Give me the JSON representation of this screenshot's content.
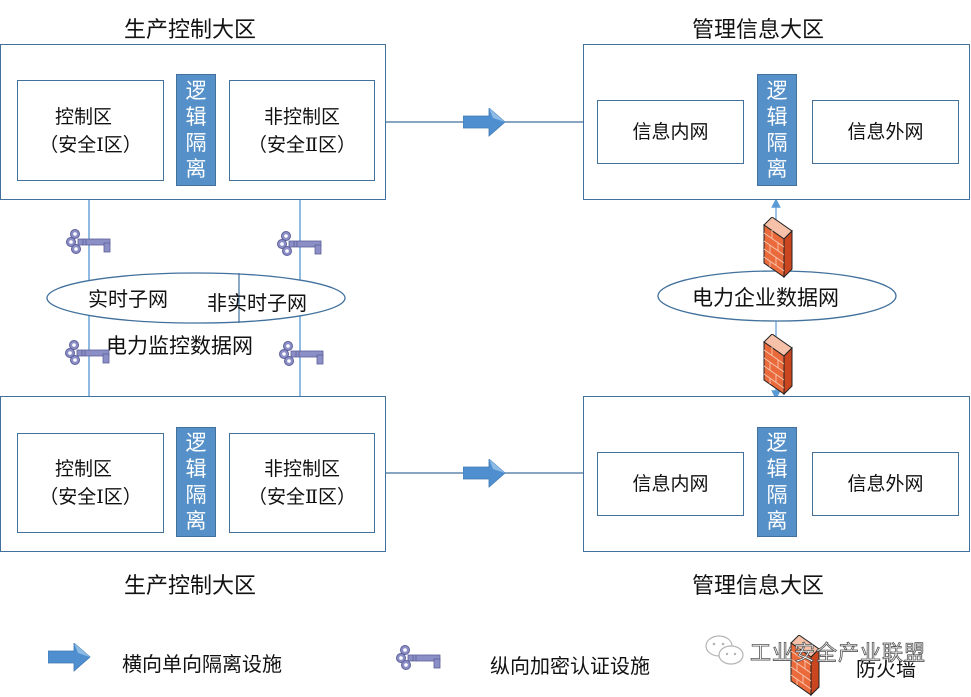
{
  "colors": {
    "border": "#41719c",
    "isolation_fill": "#5590c8",
    "arrow_fill": "#4f8fcf",
    "key_color": "#7b7fb8",
    "firewall_fill": "#e8643a"
  },
  "production_zone": {
    "title": "生产控制大区",
    "control_zone": {
      "line1": "控制区",
      "line2": "（安全Ⅰ区）"
    },
    "noncontrol_zone": {
      "line1": "非控制区",
      "line2": "（安全Ⅱ区）"
    },
    "isolation": [
      "逻",
      "辑",
      "隔",
      "离"
    ]
  },
  "management_zone": {
    "title": "管理信息大区",
    "intranet": "信息内网",
    "extranet": "信息外网",
    "isolation": [
      "逻",
      "辑",
      "隔",
      "离"
    ]
  },
  "dispatch_network": {
    "realtime": "实时子网",
    "nonrealtime": "非实时子网",
    "name": "电力监控数据网"
  },
  "enterprise_network": {
    "name": "电力企业数据网"
  },
  "legend": {
    "horizontal_isolation": "横向单向隔离设施",
    "vertical_encryption": "纵向加密认证设施",
    "firewall": "防火墙"
  },
  "watermark": {
    "text": "工业安全产业联盟",
    "icon": "wechat-icon"
  }
}
